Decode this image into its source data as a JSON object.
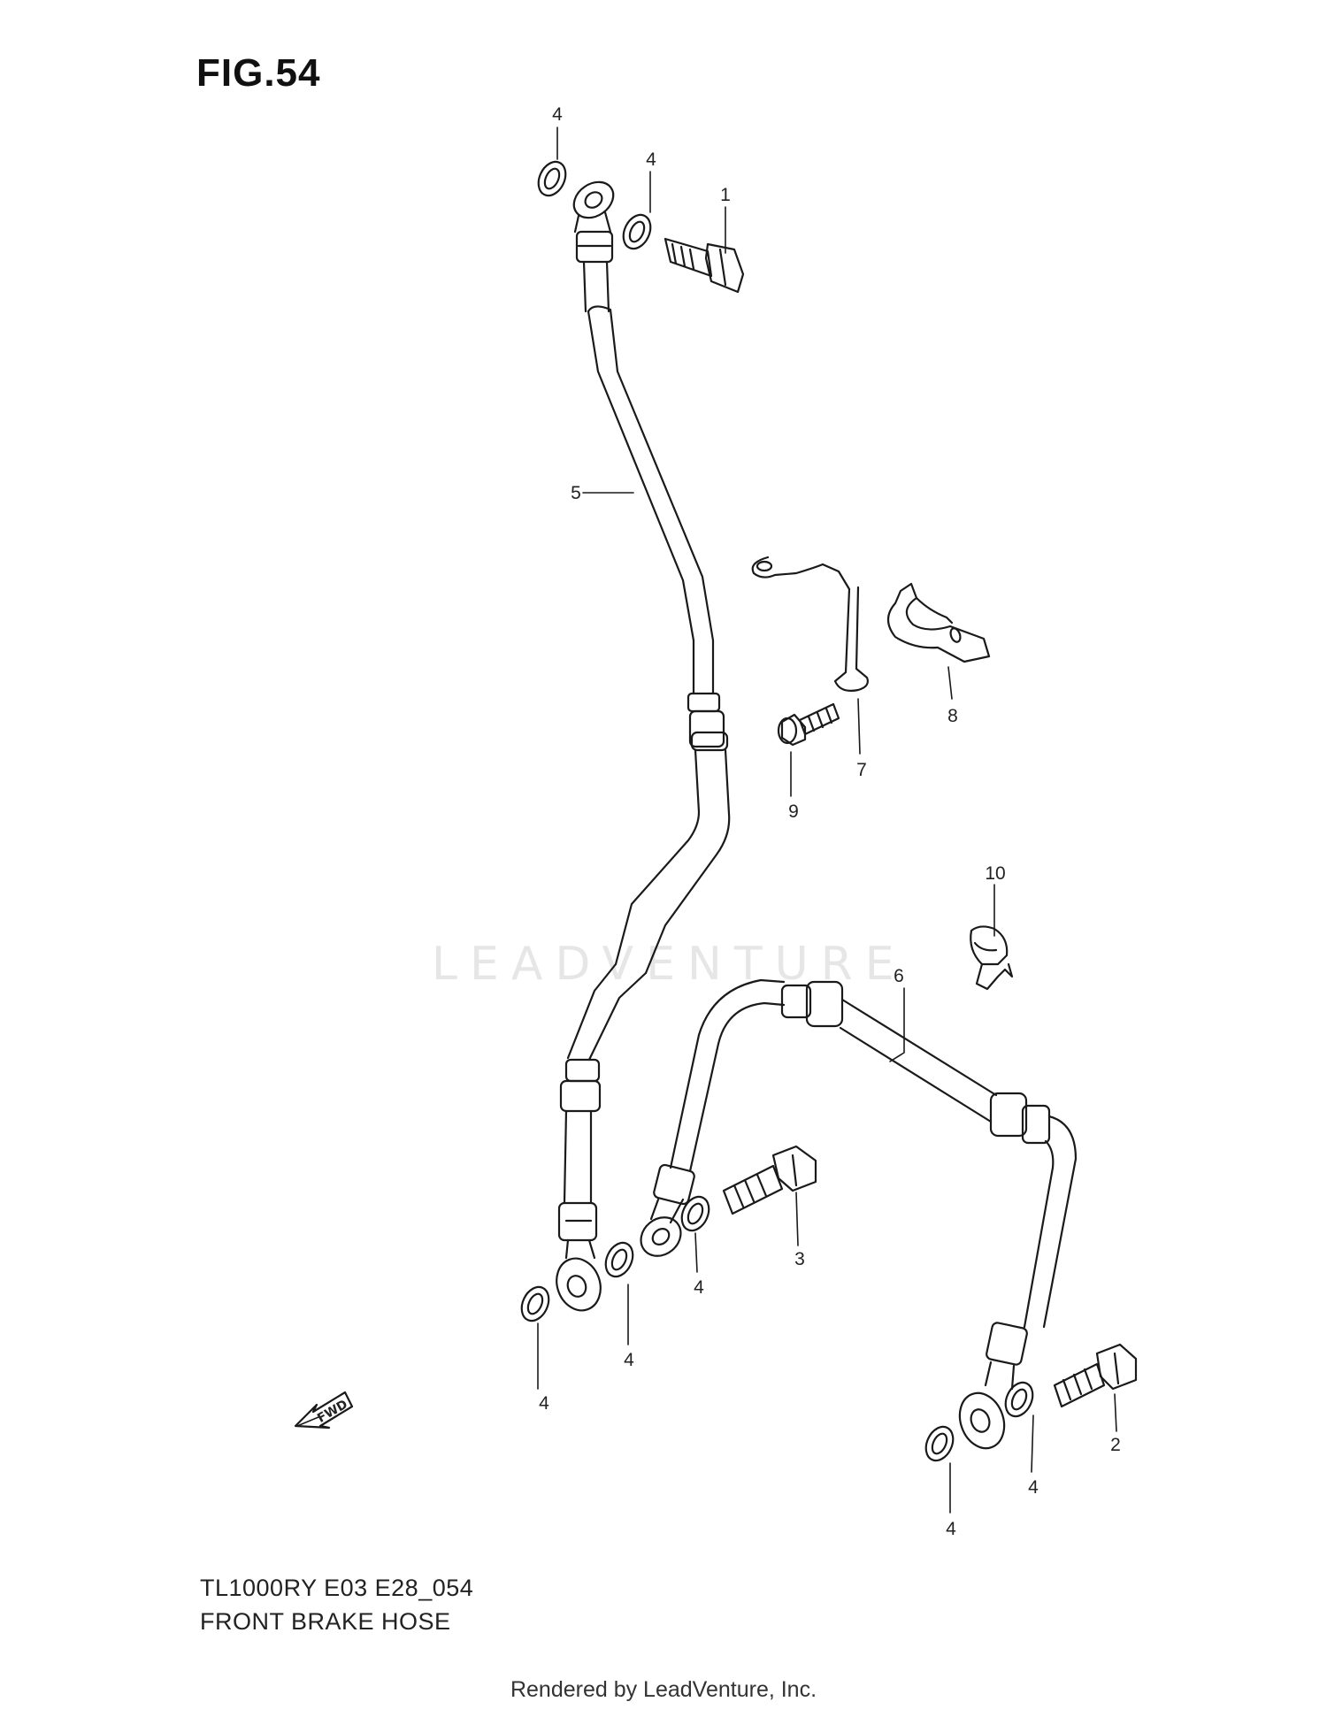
{
  "figure": {
    "title": "FIG.54",
    "model_code": "TL1000RY E03 E28_054",
    "section_name": "FRONT BRAKE HOSE",
    "footer": "Rendered by LeadVenture, Inc.",
    "watermark": "LEADVENTURE"
  },
  "fwd_arrow": {
    "label": "FWD"
  },
  "callouts": [
    {
      "id": "1",
      "label": "1"
    },
    {
      "id": "2",
      "label": "2"
    },
    {
      "id": "3",
      "label": "3"
    },
    {
      "id": "4a",
      "label": "4"
    },
    {
      "id": "4b",
      "label": "4"
    },
    {
      "id": "4c",
      "label": "4"
    },
    {
      "id": "4d",
      "label": "4"
    },
    {
      "id": "4e",
      "label": "4"
    },
    {
      "id": "4f",
      "label": "4"
    },
    {
      "id": "4g",
      "label": "4"
    },
    {
      "id": "5",
      "label": "5"
    },
    {
      "id": "6",
      "label": "6"
    },
    {
      "id": "7",
      "label": "7"
    },
    {
      "id": "8",
      "label": "8"
    },
    {
      "id": "9",
      "label": "9"
    },
    {
      "id": "10",
      "label": "10"
    }
  ],
  "colors": {
    "line": "#1a1a1a",
    "watermark": "#e6e6e6",
    "background": "#ffffff"
  }
}
